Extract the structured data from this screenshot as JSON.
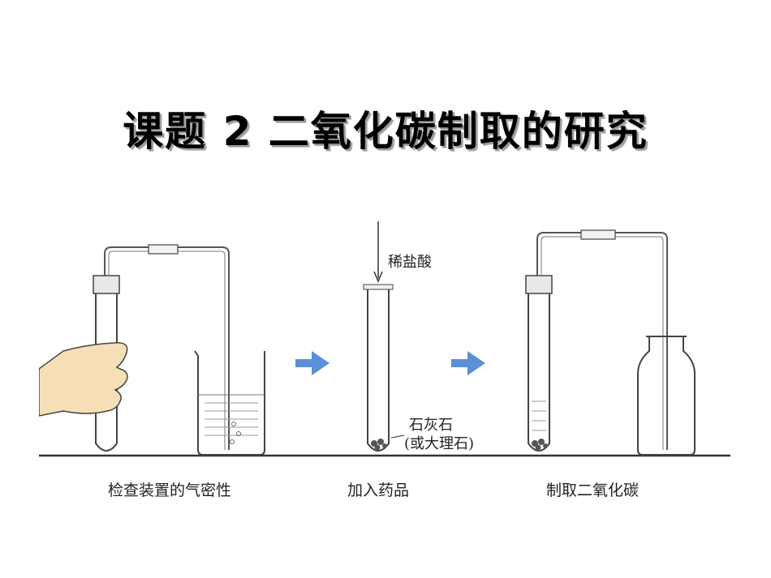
{
  "slide": {
    "title": "课题 2  二氧化碳制取的研究"
  },
  "diagram": {
    "steps": [
      {
        "caption": "检查装置的气密性"
      },
      {
        "caption": "加入药品",
        "labels": {
          "acid": "稀盐酸",
          "solid_line1": "石灰石",
          "solid_line2": "(或大理石)"
        }
      },
      {
        "caption": "制取二氧化碳"
      }
    ],
    "arrow_color": "#5b8fd6",
    "line_color": "#333333"
  }
}
